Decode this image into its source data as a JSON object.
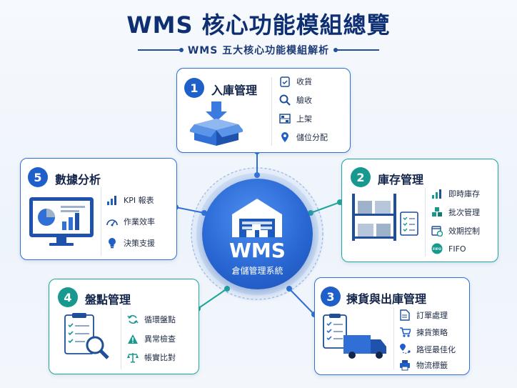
{
  "title": "WMS 核心功能模組總覽",
  "subtitle": "WMS 五大核心功能模組解析",
  "center": {
    "label": "WMS",
    "sublabel": "倉儲管理系統"
  },
  "modules": [
    {
      "number": "1",
      "title": "入庫管理",
      "items": [
        "收貨",
        "驗收",
        "上架",
        "儲位分配"
      ]
    },
    {
      "number": "2",
      "title": "庫存管理",
      "items": [
        "即時庫存",
        "批次管理",
        "效期控制",
        "FIFO"
      ]
    },
    {
      "number": "3",
      "title": "揀貨與出庫管理",
      "items": [
        "訂單處理",
        "揀貨策略",
        "路徑最佳化",
        "物流標籤"
      ]
    },
    {
      "number": "4",
      "title": "盤點管理",
      "items": [
        "循環盤點",
        "異常檢查",
        "帳實比對"
      ]
    },
    {
      "number": "5",
      "title": "數據分析",
      "items": [
        "KPI 報表",
        "作業效率",
        "決策支援"
      ]
    }
  ],
  "icon_labels": {
    "fifo": "FIFO"
  },
  "colors": {
    "blue": "#1f5fc9",
    "teal": "#17998f",
    "title": "#0f2f73"
  }
}
